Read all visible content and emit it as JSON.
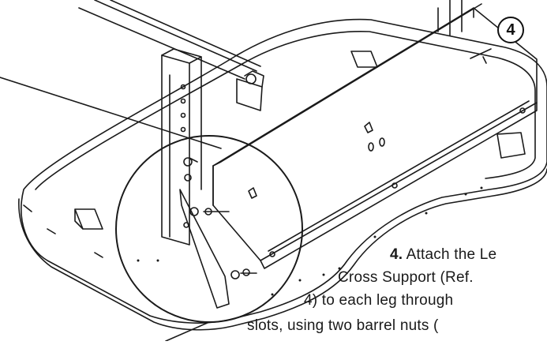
{
  "figure": {
    "step_badge": "4",
    "caption_lines": [
      {
        "num": "4.",
        "text": " Attach the Le"
      },
      {
        "text": "Cross Support (Ref."
      },
      {
        "text": "4) to each leg through"
      },
      {
        "text": "slots, using two barrel nuts ("
      }
    ]
  },
  "colors": {
    "line": "#1a1a1a",
    "background": "#ffffff"
  }
}
